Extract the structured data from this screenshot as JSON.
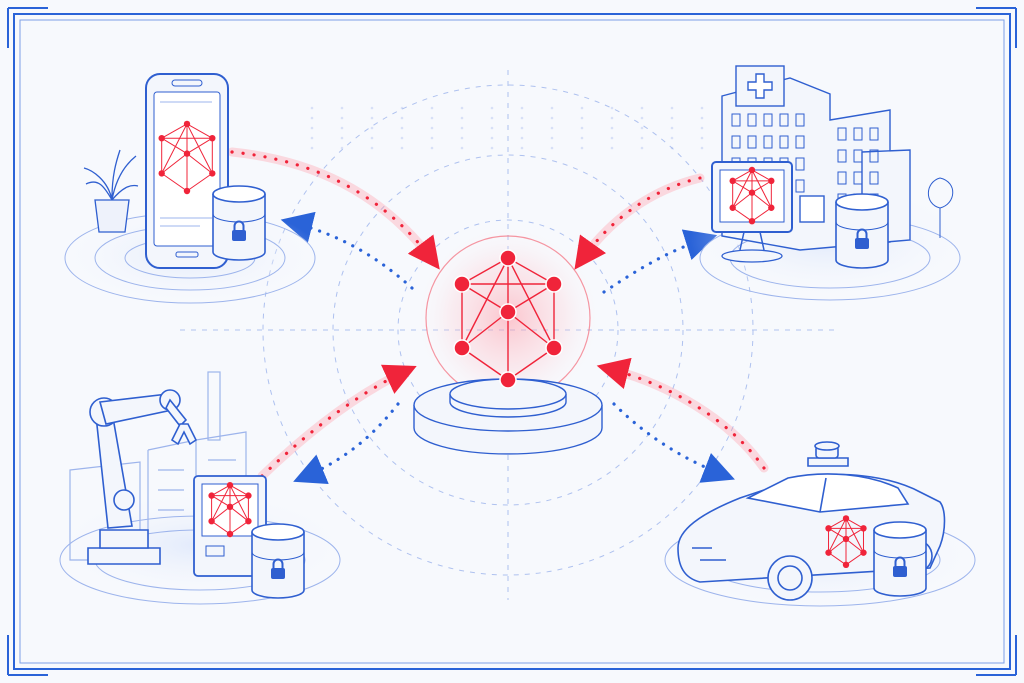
{
  "diagram": {
    "kind": "federated-learning-illustration",
    "colors": {
      "sketch": "#2f5fd0",
      "sketch_light": "#9db4ec",
      "model": "#f0243a",
      "model_glow": "#ff9aa6",
      "paper": "#f7f9fd",
      "frame": "#2a63d8"
    },
    "central_node": {
      "name": "global-model",
      "icon": "neural-network-icon"
    },
    "clients": [
      {
        "name": "smartphone",
        "icon": "smartphone-icon",
        "storage_icon": "locked-database-icon"
      },
      {
        "name": "hospital",
        "icon": "hospital-icon",
        "storage_icon": "locked-database-icon"
      },
      {
        "name": "factory-robot",
        "icon": "robot-arm-icon",
        "storage_icon": "locked-database-icon"
      },
      {
        "name": "autonomous-car",
        "icon": "car-icon",
        "storage_icon": "locked-database-icon"
      }
    ],
    "flows": [
      {
        "from": "smartphone",
        "to": "global-model",
        "kind": "model-update",
        "color": "red"
      },
      {
        "from": "global-model",
        "to": "smartphone",
        "kind": "model-broadcast",
        "color": "blue"
      },
      {
        "from": "hospital",
        "to": "global-model",
        "kind": "model-update",
        "color": "red"
      },
      {
        "from": "global-model",
        "to": "hospital",
        "kind": "model-broadcast",
        "color": "blue"
      },
      {
        "from": "factory-robot",
        "to": "global-model",
        "kind": "model-update",
        "color": "red"
      },
      {
        "from": "global-model",
        "to": "factory-robot",
        "kind": "model-broadcast",
        "color": "blue"
      },
      {
        "from": "autonomous-car",
        "to": "global-model",
        "kind": "model-update",
        "color": "red"
      },
      {
        "from": "global-model",
        "to": "autonomous-car",
        "kind": "model-broadcast",
        "color": "blue"
      }
    ]
  }
}
